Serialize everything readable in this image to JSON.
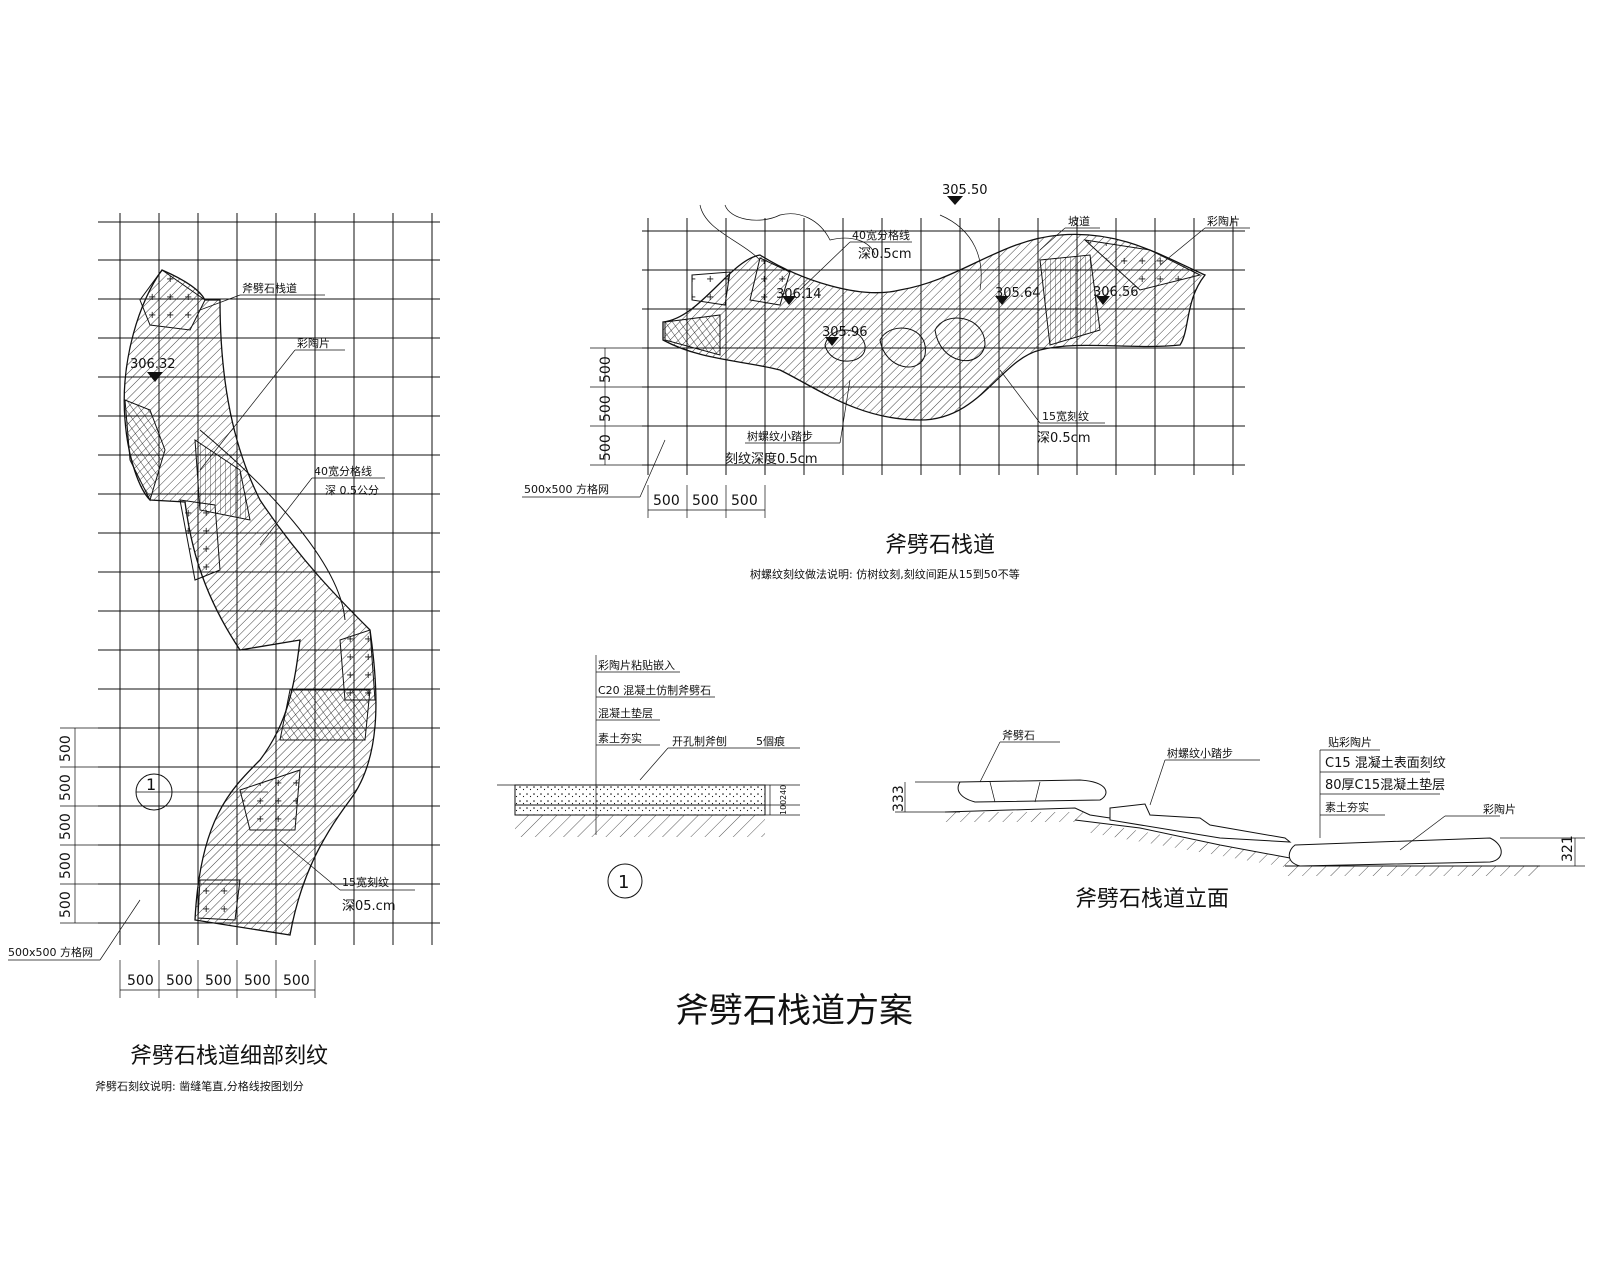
{
  "main_title": "斧劈石栈道方案",
  "detail_plan": {
    "title": "斧劈石栈道细部刻纹",
    "note": "斧劈石刻纹说明: 凿缝笔直,分格线按图划分",
    "grid_label": "500x500  方格网",
    "dims_x": [
      "500",
      "500",
      "500",
      "500",
      "500"
    ],
    "dims_y": [
      "500",
      "500",
      "500",
      "500",
      "500"
    ],
    "elevation": "306.32",
    "section_marker": "1",
    "labels": {
      "path": "斧劈石栈道",
      "tile": "彩陶片",
      "joint": "40宽分格线",
      "joint_depth": "深 0.5公分",
      "groove": "15宽刻纹",
      "groove_depth": "深05.cm"
    }
  },
  "plan": {
    "title": "斧劈石栈道",
    "note": "树螺纹刻纹做法说明: 仿树纹刻,刻纹间距从15到50不等",
    "grid_label": "500x500  方格网",
    "dims_x": [
      "500",
      "500",
      "500"
    ],
    "dims_y": [
      "500",
      "500",
      "500"
    ],
    "elevations": [
      "305.50",
      "306.14",
      "305.96",
      "305.64",
      "306.56"
    ],
    "labels": {
      "joint": "40宽分格线",
      "joint_depth": "深0.5cm",
      "slope": "坡道",
      "tile": "彩陶片",
      "groove": "15宽刻纹",
      "groove_depth": "深0.5cm",
      "steps": "树螺纹小踏步",
      "steps_depth": "刻纹深度0.5cm"
    }
  },
  "section": {
    "marker": "1",
    "layers": [
      "彩陶片粘贴嵌入",
      "C20 混凝土仿制斧劈石",
      "混凝土垫层",
      "素土夯实"
    ],
    "hole_note": "开孔制斧刨",
    "depth_note": "5個痕",
    "dims": [
      "100",
      "240"
    ]
  },
  "elevation_view": {
    "title": "斧劈石栈道立面",
    "left_label": "斧劈石",
    "mid_label": "树螺纹小踏步",
    "layers": [
      "贴彩陶片",
      "C15 混凝土表面刻纹",
      "80厚C15混凝土垫层",
      "素土夯实"
    ],
    "tile_label": "彩陶片",
    "dim_left": "333",
    "dim_right": "321"
  }
}
